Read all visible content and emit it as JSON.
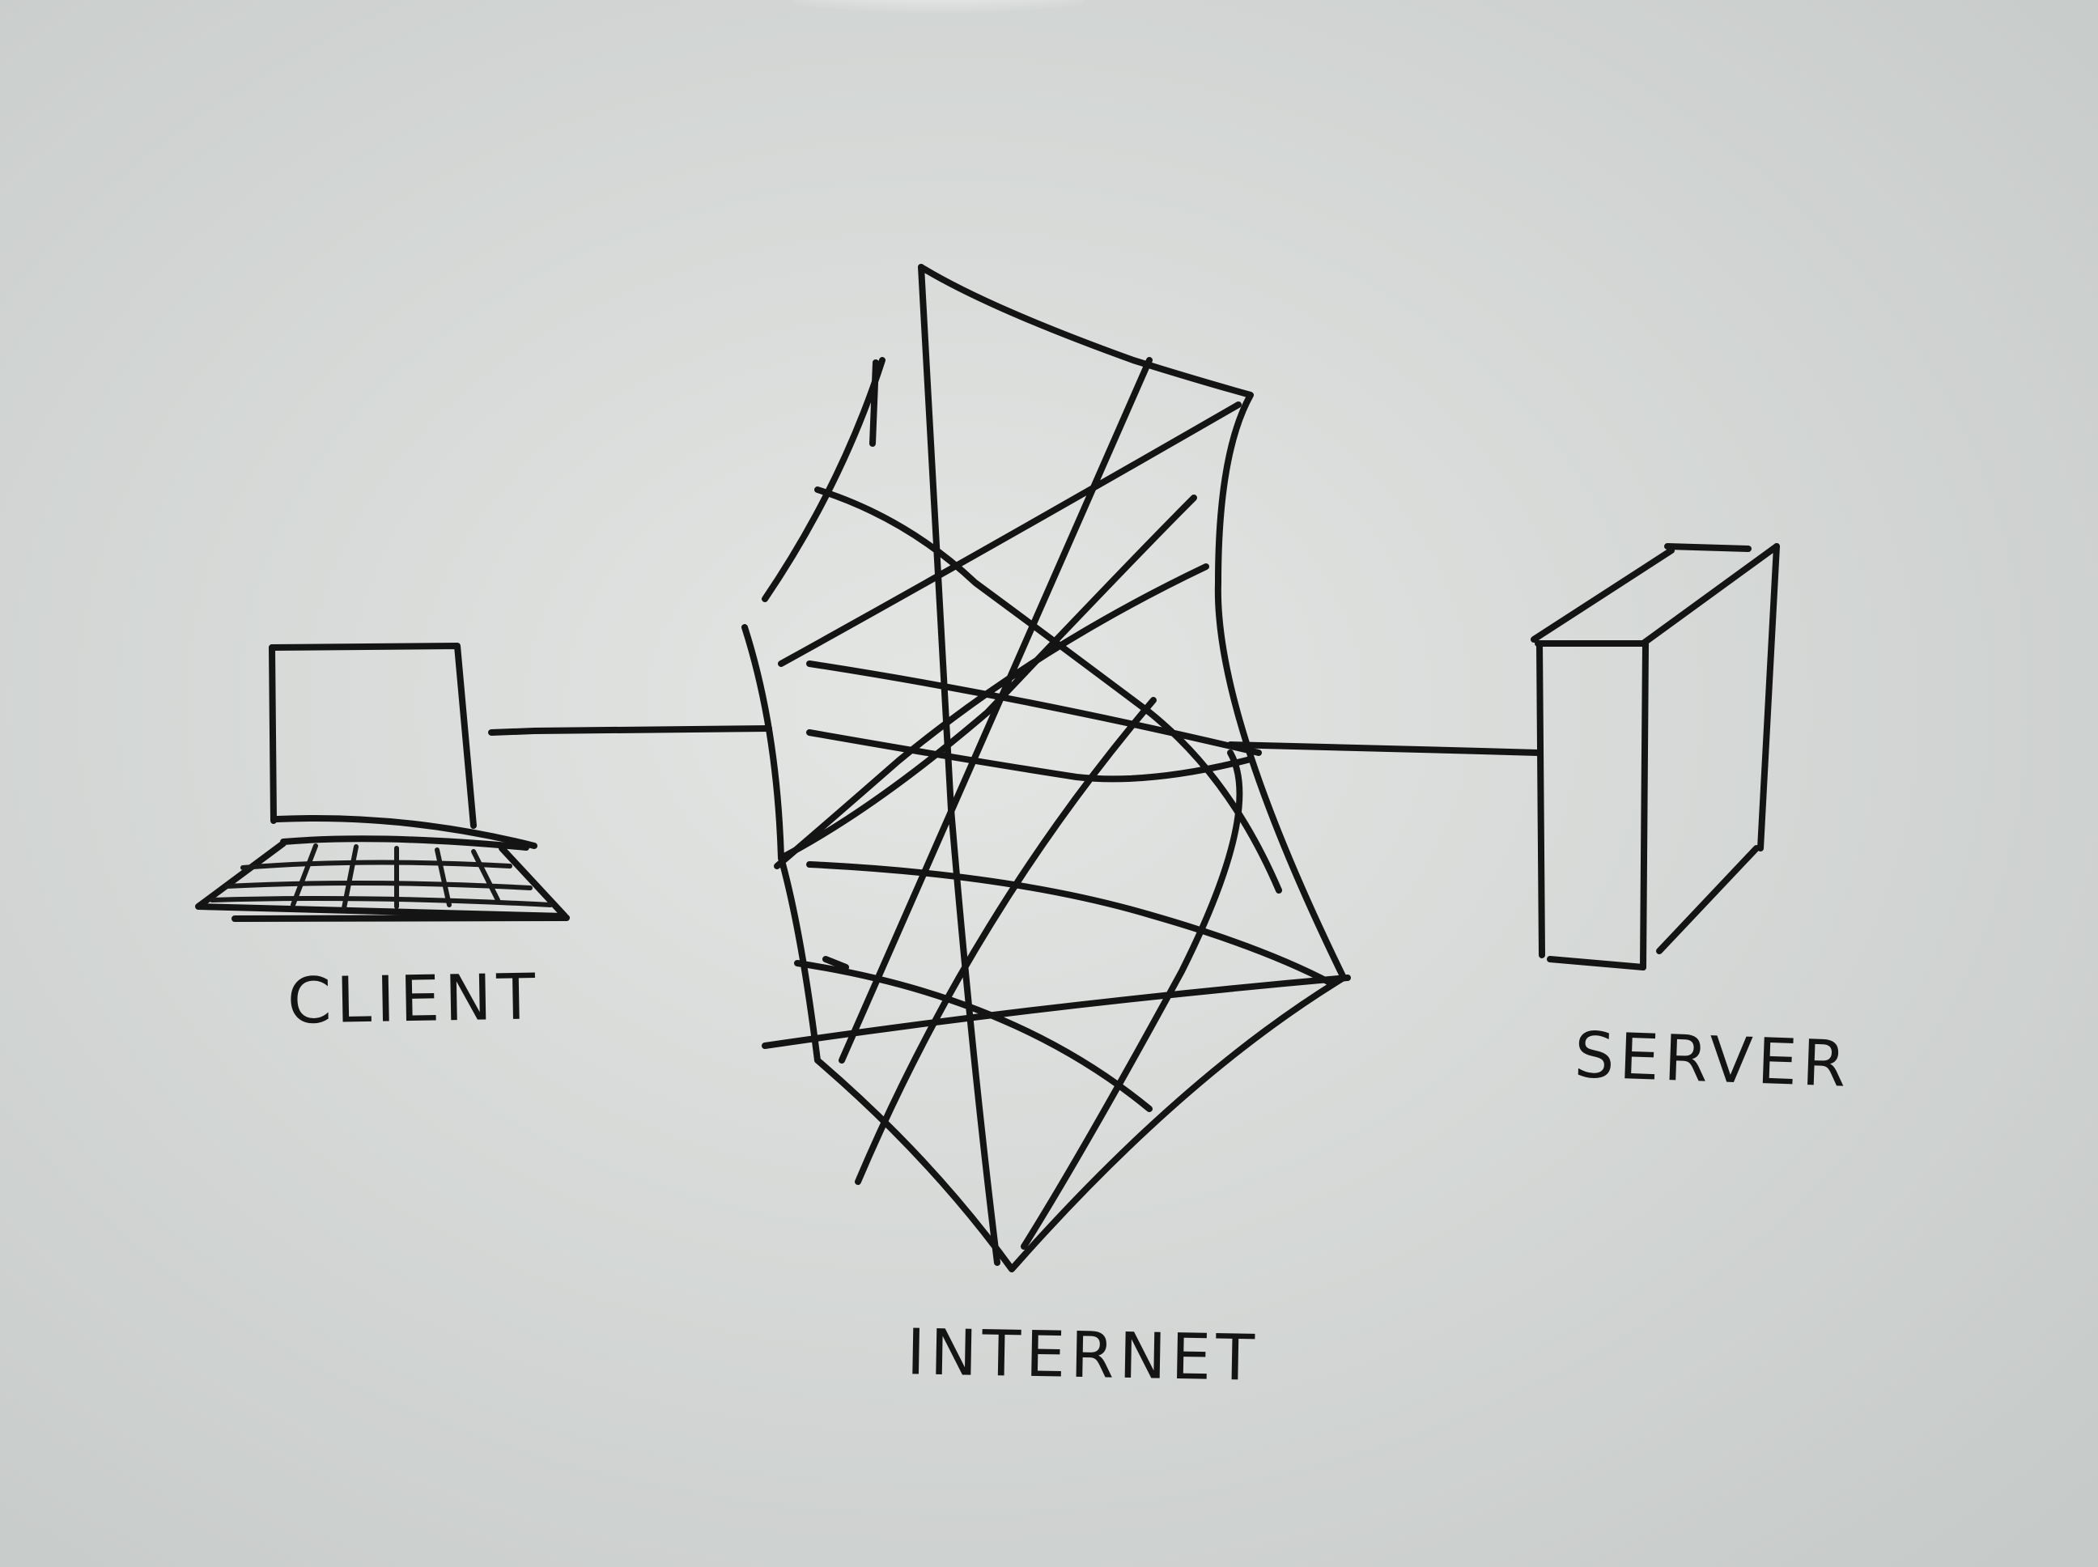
{
  "diagram": {
    "nodes": [
      {
        "id": "client",
        "label": "CLIENT",
        "icon": "laptop-icon"
      },
      {
        "id": "internet",
        "label": "INTERNET",
        "icon": "network-mesh-icon"
      },
      {
        "id": "server",
        "label": "SERVER",
        "icon": "server-tower-icon"
      }
    ],
    "edges": [
      {
        "from": "client",
        "to": "internet"
      },
      {
        "from": "internet",
        "to": "server"
      }
    ],
    "colors": {
      "ink": "#141414",
      "board": "#d7dad8"
    }
  }
}
